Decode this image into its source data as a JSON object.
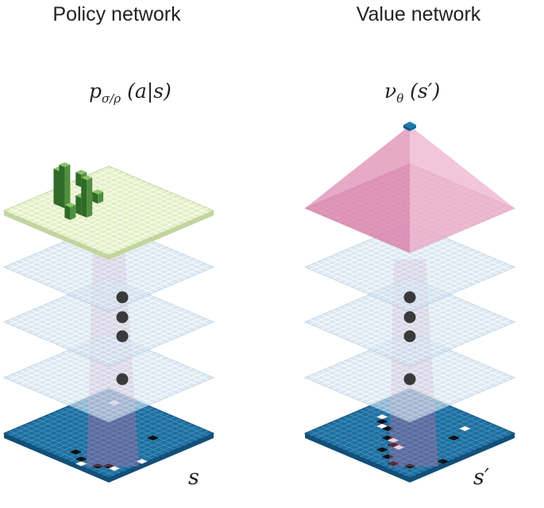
{
  "policy": {
    "title": "Policy network",
    "formula": {
      "main": "p",
      "sub": "σ/ρ",
      "args": " (a|s)"
    },
    "input_label": "s"
  },
  "value": {
    "title": "Value network",
    "formula": {
      "main": "ν",
      "sub": "θ",
      "args": " (s′)"
    },
    "input_label": "s′"
  },
  "colors": {
    "board": "#1d6fa0",
    "hidden_layer": "#c9dcec",
    "policy_output": "#e4efc4",
    "probability_bars": "#3f7d33",
    "value_pyramid": "#d86a9a",
    "dots": "#3a3a3a"
  }
}
